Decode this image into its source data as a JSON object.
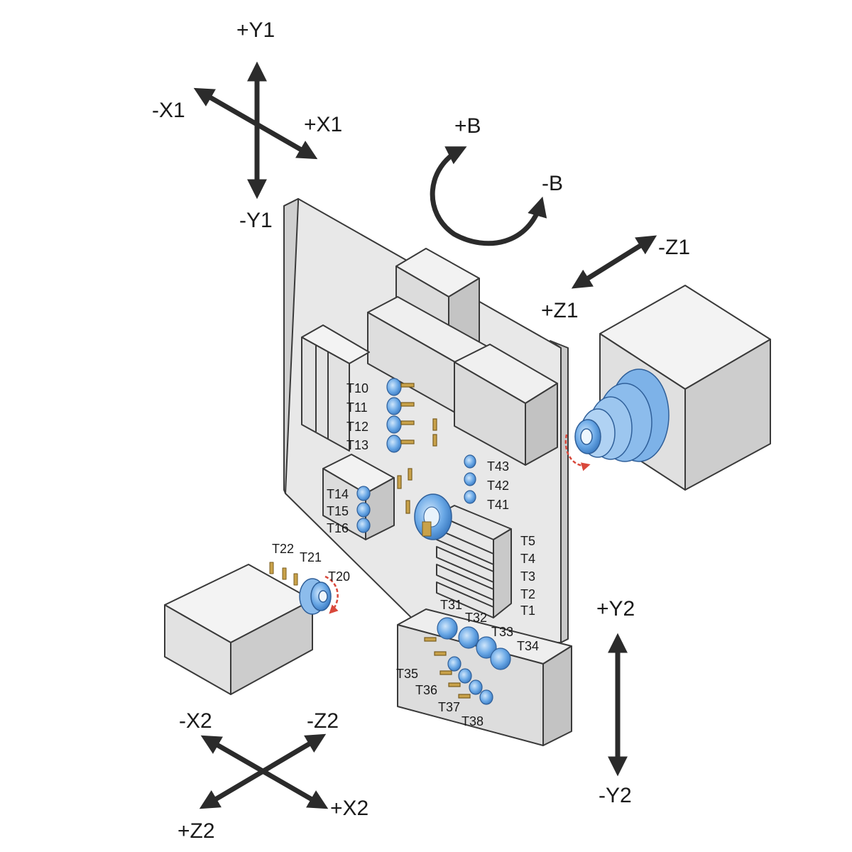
{
  "colors": {
    "outline": "#3a3a3a",
    "face_light": "#ececec",
    "face_mid": "#d6d6d6",
    "face_dark": "#bfbfbf",
    "spindle_blue": "#4f93d8",
    "spindle_light": "#a9d0f2",
    "tool_gold": "#c9a24a",
    "arrow": "#2b2b2b",
    "rotation_red": "#d9483b"
  },
  "axes": {
    "y1_pos": "+Y1",
    "y1_neg": "-Y1",
    "x1_pos": "+X1",
    "x1_neg": "-X1",
    "b_pos": "+B",
    "b_neg": "-B",
    "z1_pos": "+Z1",
    "z1_neg": "-Z1",
    "y2_pos": "+Y2",
    "y2_neg": "-Y2",
    "x2_pos": "+X2",
    "x2_neg": "-X2",
    "z2_pos": "+Z2",
    "z2_neg": "-Z2"
  },
  "tools": {
    "t1": "T1",
    "t2": "T2",
    "t3": "T3",
    "t4": "T4",
    "t5": "T5",
    "t10": "T10",
    "t11": "T11",
    "t12": "T12",
    "t13": "T13",
    "t14": "T14",
    "t15": "T15",
    "t16": "T16",
    "t20": "T20",
    "t21": "T21",
    "t22": "T22",
    "t31": "T31",
    "t32": "T32",
    "t33": "T33",
    "t34": "T34",
    "t35": "T35",
    "t36": "T36",
    "t37": "T37",
    "t38": "T38",
    "t41": "T41",
    "t42": "T42",
    "t43": "T43"
  }
}
